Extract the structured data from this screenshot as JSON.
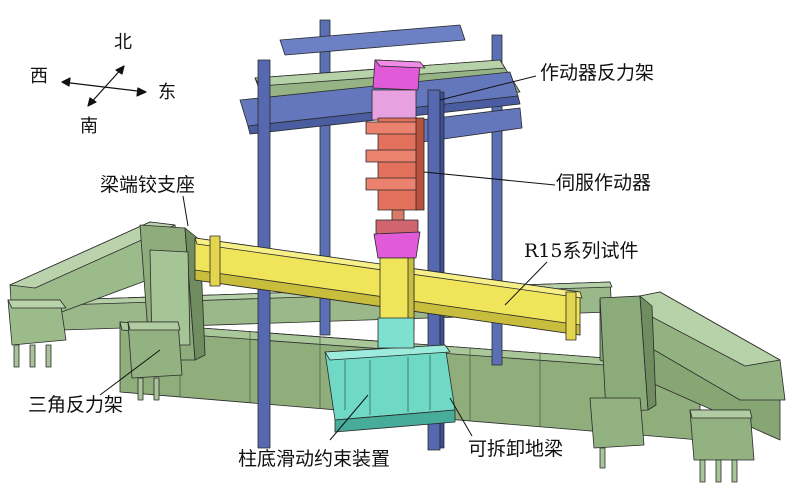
{
  "compass": {
    "north": "北",
    "south": "南",
    "east": "东",
    "west": "西"
  },
  "labels": {
    "actuator_frame": "作动器反力架",
    "servo_actuator": "伺服作动器",
    "hinge_support": "梁端铰支座",
    "specimen": "R15系列试件",
    "triangle_frame": "三角反力架",
    "column_slide": "柱底滑动约束装置",
    "ground_beam": "可拆卸地梁"
  },
  "colors": {
    "green_frame": "#8fb07e",
    "blue_frame": "#5b6fb5",
    "specimen_yellow": "#efe45a",
    "actuator_red": "#e2705a",
    "actuator_magenta": "#e15ad8",
    "slider_cyan": "#6fd9c6"
  }
}
